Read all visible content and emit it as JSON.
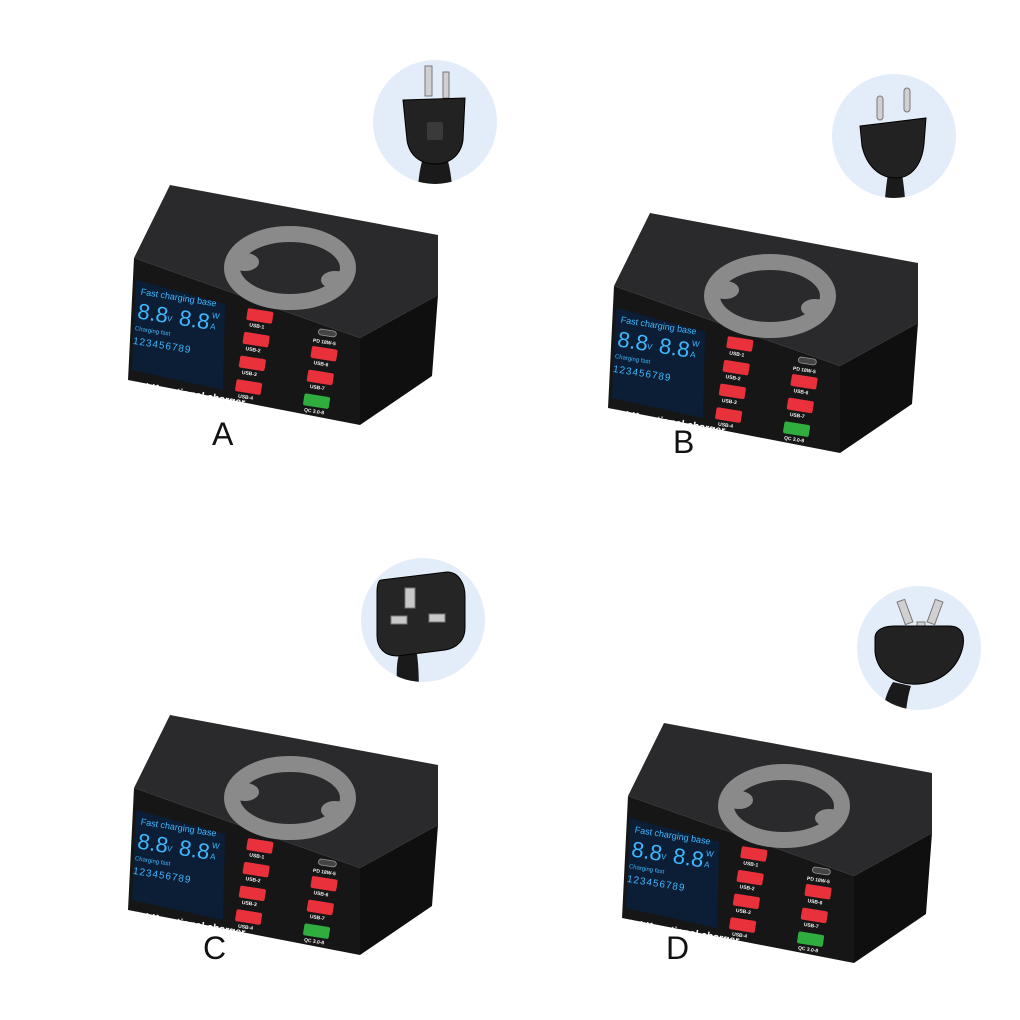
{
  "charger": {
    "lcd_title": "Fast charging base",
    "lcd_volts": "8.8",
    "lcd_amps": "8.8",
    "lcd_unit_v": "V",
    "lcd_unit_w": "W",
    "lcd_unit_a": "A",
    "lcd_status": "Charging fast",
    "lcd_digits": "123456789",
    "brand_text": "Multifunctional charger",
    "ports_left": [
      "USB-1",
      "USB-2",
      "USB-3",
      "USB-4"
    ],
    "ports_right": [
      "PD 18W-5",
      "USB-6",
      "USB-7",
      "QC 3.0-8"
    ]
  },
  "variants": [
    {
      "label": "A",
      "plug_icon": "us-plug-icon"
    },
    {
      "label": "B",
      "plug_icon": "eu-plug-icon"
    },
    {
      "label": "C",
      "plug_icon": "uk-plug-icon"
    },
    {
      "label": "D",
      "plug_icon": "au-plug-icon"
    }
  ],
  "colors": {
    "bubble": "#e3edf9",
    "body": "#1c1c1e",
    "lcd": "#0b1e35",
    "lcd_text": "#3fb7ff",
    "usb_port": "#e8313a",
    "qc_port": "#2fae3f",
    "ring": "#8a8a8a"
  }
}
